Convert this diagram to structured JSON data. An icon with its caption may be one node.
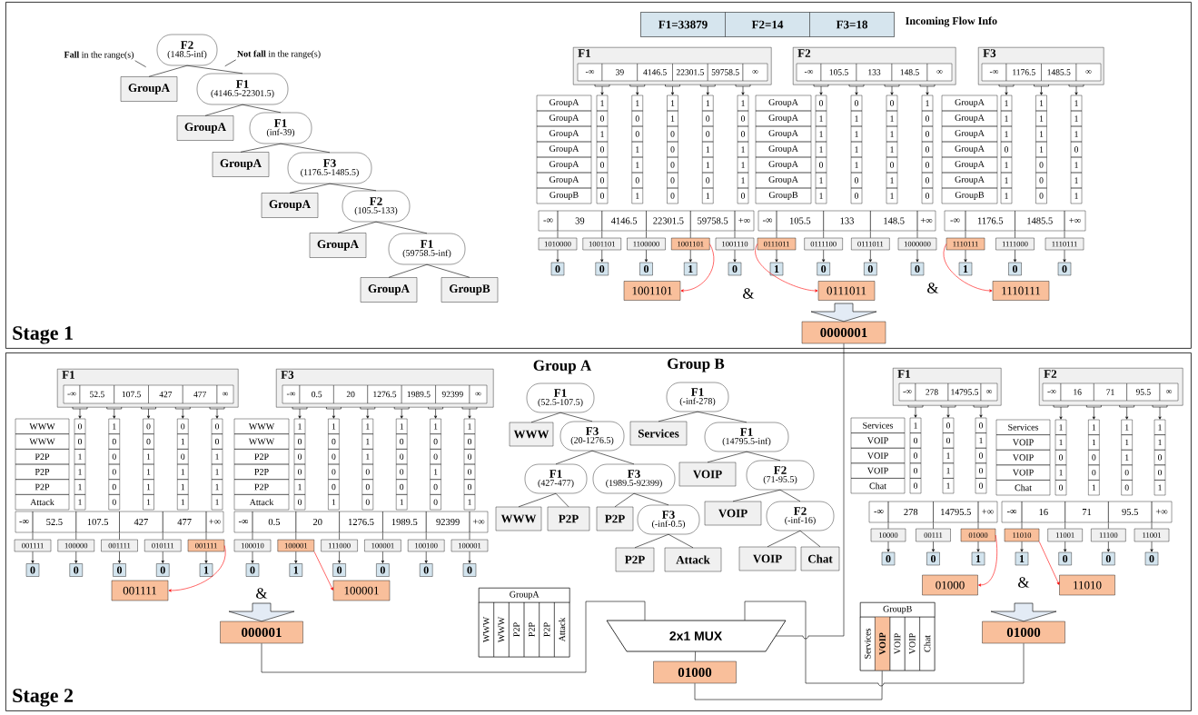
{
  "diagram": {
    "nodes": [
      {
        "text": [
          "Stage 1"
        ]
      },
      {
        "text": [
          "F2",
          "(148.5-inf)"
        ],
        "in": 0
      },
      {
        "text": [
          "**Fall** in the range(s)"
        ],
        "in": 0
      },
      {
        "text": [
          "**Not fall** in the range(s)"
        ],
        "in": 0
      },
      {
        "text": [
          "GroupA"
        ],
        "in": 0
      },
      {
        "text": [
          "F1",
          "(4146.5-22301.5)"
        ],
        "in": 0
      },
      {
        "text": [
          "GroupA"
        ],
        "in": 0
      },
      {
        "text": [
          "F1",
          "(inf-39)"
        ],
        "in": 0
      },
      {
        "text": [
          "GroupA"
        ],
        "in": 0
      },
      {
        "text": [
          "F3",
          "(1176.5-1485.5)"
        ],
        "in": 0
      },
      {
        "text": [
          "GroupA"
        ],
        "in": 0
      },
      {
        "text": [
          "F2",
          "(105.5-133)"
        ],
        "in": 0
      },
      {
        "text": [
          "GroupA"
        ],
        "in": 0
      },
      {
        "text": [
          "F1",
          "(59758.5-inf)"
        ],
        "in": 0
      },
      {
        "text": [
          "GroupA"
        ],
        "in": 0
      },
      {
        "text": [
          "GroupB"
        ],
        "in": 0
      },
      {
        "text": [
          "F1=33879",
          "F2=14",
          "F3=18"
        ],
        "beside": [
          "Incoming Flow Info"
        ],
        "in": 0
      },
      {
        "text": [
          "F1",
          "-∞",
          "39",
          "4146.5",
          "22301.5",
          "59758.5",
          "∞"
        ],
        "in": 0
      },
      {
        "text": [
          "GroupA",
          "GroupA",
          "GroupA",
          "GroupA",
          "GroupA",
          "GroupA",
          "GroupB"
        ],
        "in": 0
      },
      {
        "text": [
          "1",
          "0",
          "1",
          "0",
          "0",
          "0",
          "0"
        ],
        "in": 0
      },
      {
        "text": [
          "1",
          "0",
          "0",
          "1",
          "1",
          "0",
          "1"
        ],
        "in": 0
      },
      {
        "text": [
          "1",
          "1",
          "0",
          "0",
          "0",
          "0",
          "0"
        ],
        "in": 0
      },
      {
        "text": [
          "1",
          "0",
          "0",
          "1",
          "1",
          "0",
          "1"
        ],
        "in": 0
      },
      {
        "text": [
          "1",
          "0",
          "0",
          "1",
          "1",
          "1",
          "0"
        ],
        "in": 0
      },
      {
        "text": [
          "-∞",
          "39",
          "4146.5",
          "22301.5",
          "59758.5",
          "+∞"
        ],
        "in": 0
      },
      {
        "text": [
          "1010000"
        ],
        "in": 0
      },
      {
        "text": [
          "1001101"
        ],
        "in": 0
      },
      {
        "text": [
          "1100000"
        ],
        "in": 0
      },
      {
        "text": [
          "1001101"
        ],
        "in": 0
      },
      {
        "text": [
          "1001110"
        ],
        "in": 0
      },
      {
        "text": [
          "0"
        ],
        "in": 0
      },
      {
        "text": [
          "0"
        ],
        "in": 0
      },
      {
        "text": [
          "0"
        ],
        "in": 0
      },
      {
        "text": [
          "1"
        ],
        "in": 0
      },
      {
        "text": [
          "0"
        ],
        "in": 0
      },
      {
        "text": [
          "F2",
          "-∞",
          "105.5",
          "133",
          "148.5",
          "∞"
        ],
        "in": 0
      },
      {
        "text": [
          "GroupA",
          "GroupA",
          "GroupA",
          "GroupA",
          "GroupA",
          "GroupA",
          "GroupB"
        ],
        "in": 0
      },
      {
        "text": [
          "0",
          "1",
          "1",
          "1",
          "0",
          "1",
          "1"
        ],
        "in": 0
      },
      {
        "text": [
          "0",
          "1",
          "1",
          "1",
          "1",
          "0",
          "0"
        ],
        "in": 0
      },
      {
        "text": [
          "0",
          "1",
          "1",
          "1",
          "0",
          "1",
          "1"
        ],
        "in": 0
      },
      {
        "text": [
          "1",
          "0",
          "0",
          "0",
          "0",
          "0",
          "0"
        ],
        "in": 0
      },
      {
        "text": [
          "-∞",
          "105.5",
          "133",
          "148.5",
          "+∞"
        ],
        "in": 0
      },
      {
        "text": [
          "0111011"
        ],
        "in": 0
      },
      {
        "text": [
          "0111100"
        ],
        "in": 0
      },
      {
        "text": [
          "0111011"
        ],
        "in": 0
      },
      {
        "text": [
          "1000000"
        ],
        "in": 0
      },
      {
        "text": [
          "1"
        ],
        "in": 0
      },
      {
        "text": [
          "0"
        ],
        "in": 0
      },
      {
        "text": [
          "0"
        ],
        "in": 0
      },
      {
        "text": [
          "0"
        ],
        "in": 0
      },
      {
        "text": [
          "F3",
          "-∞",
          "1176.5",
          "1485.5",
          "∞"
        ],
        "in": 0
      },
      {
        "text": [
          "GroupA",
          "GroupA",
          "GroupA",
          "GroupA",
          "GroupA",
          "GroupA",
          "GroupB"
        ],
        "in": 0
      },
      {
        "text": [
          "1",
          "1",
          "1",
          "0",
          "1",
          "1",
          "1"
        ],
        "in": 0
      },
      {
        "text": [
          "1",
          "1",
          "1",
          "1",
          "0",
          "0",
          "0"
        ],
        "in": 0
      },
      {
        "text": [
          "1",
          "1",
          "1",
          "0",
          "1",
          "1",
          "1"
        ],
        "in": 0
      },
      {
        "text": [
          "-∞",
          "1176.5",
          "1485.5",
          "+∞"
        ],
        "in": 0
      },
      {
        "text": [
          "1110111"
        ],
        "in": 0
      },
      {
        "text": [
          "1111000"
        ],
        "in": 0
      },
      {
        "text": [
          "1110111"
        ],
        "in": 0
      },
      {
        "text": [
          "1"
        ],
        "in": 0
      },
      {
        "text": [
          "0"
        ],
        "in": 0
      },
      {
        "text": [
          "0"
        ],
        "in": 0
      },
      {
        "text": [
          "1001101"
        ],
        "in": 0
      },
      {
        "text": [
          "0111011"
        ],
        "in": 0
      },
      {
        "text": [
          "1110111"
        ],
        "in": 0
      },
      {
        "text": [
          "0000001"
        ],
        "in": 0
      },
      {
        "text": [
          "Stage 2"
        ]
      },
      {
        "text": [
          "F1",
          "-∞",
          "52.5",
          "107.5",
          "427",
          "477",
          "∞"
        ],
        "in": 66
      },
      {
        "text": [
          "WWW",
          "WWW",
          "P2P",
          "P2P",
          "P2P",
          "Attack"
        ],
        "in": 66
      },
      {
        "text": [
          "0",
          "0",
          "1",
          "1",
          "1",
          "1"
        ],
        "in": 66
      },
      {
        "text": [
          "1",
          "0",
          "0",
          "0",
          "0",
          "0"
        ],
        "in": 66
      },
      {
        "text": [
          "0",
          "0",
          "1",
          "1",
          "1",
          "1"
        ],
        "in": 66
      },
      {
        "text": [
          "0",
          "1",
          "0",
          "1",
          "1",
          "1"
        ],
        "in": 66
      },
      {
        "text": [
          "0",
          "0",
          "1",
          "1",
          "1",
          "1"
        ],
        "in": 66
      },
      {
        "text": [
          "-∞",
          "52.5",
          "107.5",
          "427",
          "477",
          "+∞"
        ],
        "in": 66
      },
      {
        "text": [
          "001111"
        ],
        "in": 66
      },
      {
        "text": [
          "100000"
        ],
        "in": 66
      },
      {
        "text": [
          "001111"
        ],
        "in": 66
      },
      {
        "text": [
          "010111"
        ],
        "in": 66
      },
      {
        "text": [
          "001111"
        ],
        "in": 66
      },
      {
        "text": [
          "0"
        ],
        "in": 66
      },
      {
        "text": [
          "0"
        ],
        "in": 66
      },
      {
        "text": [
          "0"
        ],
        "in": 66
      },
      {
        "text": [
          "0"
        ],
        "in": 66
      },
      {
        "text": [
          "1"
        ],
        "in": 66
      },
      {
        "text": [
          "F3",
          "-∞",
          "0.5",
          "20",
          "1276.5",
          "1989.5",
          "92399",
          "∞"
        ],
        "in": 66
      },
      {
        "text": [
          "WWW",
          "WWW",
          "P2P",
          "P2P",
          "P2P",
          "Attack"
        ],
        "in": 66
      },
      {
        "text": [
          "1",
          "0",
          "0",
          "0",
          "1",
          "0"
        ],
        "in": 66
      },
      {
        "text": [
          "1",
          "0",
          "0",
          "0",
          "0",
          "1"
        ],
        "in": 66
      },
      {
        "text": [
          "1",
          "1",
          "1",
          "0",
          "0",
          "0"
        ],
        "in": 66
      },
      {
        "text": [
          "1",
          "0",
          "0",
          "0",
          "0",
          "1"
        ],
        "in": 66
      },
      {
        "text": [
          "1",
          "0",
          "0",
          "1",
          "0",
          "0"
        ],
        "in": 66
      },
      {
        "text": [
          "1",
          "0",
          "0",
          "0",
          "0",
          "1"
        ],
        "in": 66
      },
      {
        "text": [
          "-∞",
          "0.5",
          "20",
          "1276.5",
          "1989.5",
          "92399",
          "+∞"
        ],
        "in": 66
      },
      {
        "text": [
          "100010"
        ],
        "in": 66
      },
      {
        "text": [
          "100001"
        ],
        "in": 66
      },
      {
        "text": [
          "111000"
        ],
        "in": 66
      },
      {
        "text": [
          "100001"
        ],
        "in": 66
      },
      {
        "text": [
          "100100"
        ],
        "in": 66
      },
      {
        "text": [
          "100001"
        ],
        "in": 66
      },
      {
        "text": [
          "0"
        ],
        "in": 66
      },
      {
        "text": [
          "1"
        ],
        "in": 66
      },
      {
        "text": [
          "0"
        ],
        "in": 66
      },
      {
        "text": [
          "0"
        ],
        "in": 66
      },
      {
        "text": [
          "0"
        ],
        "in": 66
      },
      {
        "text": [
          "0"
        ],
        "in": 66
      },
      {
        "text": [
          "001111"
        ],
        "in": 66
      },
      {
        "text": [
          "100001"
        ],
        "in": 66
      },
      {
        "text": [
          "000001"
        ],
        "in": 66
      },
      {
        "text": [
          "F1",
          "(52.5-107.5)"
        ],
        "in": 66
      },
      {
        "text": [
          "WWW"
        ],
        "in": 66
      },
      {
        "text": [
          "F3",
          "(20-1276.5)"
        ],
        "in": 66
      },
      {
        "text": [
          "F1",
          "(427-477)"
        ],
        "in": 66
      },
      {
        "text": [
          "F3",
          "(1989.5-92399)"
        ],
        "in": 66
      },
      {
        "text": [
          "WWW"
        ],
        "in": 66
      },
      {
        "text": [
          "P2P"
        ],
        "in": 66
      },
      {
        "text": [
          "P2P"
        ],
        "in": 66
      },
      {
        "text": [
          "F3",
          "(-inf-0.5)"
        ],
        "in": 66
      },
      {
        "text": [
          "P2P"
        ],
        "in": 66
      },
      {
        "text": [
          "Attack"
        ],
        "in": 66
      },
      {
        "text": [
          "F1",
          "(-inf-278)"
        ],
        "in": 66
      },
      {
        "text": [
          "Services"
        ],
        "in": 66
      },
      {
        "text": [
          "F1",
          "(14795.5-inf)"
        ],
        "in": 66
      },
      {
        "text": [
          "VOIP"
        ],
        "in": 66
      },
      {
        "text": [
          "F2",
          "(71-95.5)"
        ],
        "in": 66
      },
      {
        "text": [
          "VOIP"
        ],
        "in": 66
      },
      {
        "text": [
          "F2",
          "(-inf-16)"
        ],
        "in": 66
      },
      {
        "text": [
          "VOIP"
        ],
        "in": 66
      },
      {
        "text": [
          "Chat"
        ],
        "in": 66
      },
      {
        "text": [
          "GroupA",
          "WWW",
          "WWW",
          "P2P",
          "P2P",
          "P2P",
          "Attack"
        ],
        "in": 66
      },
      {
        "text": [
          "2x1 MUX"
        ],
        "in": 66
      },
      {
        "text": [
          "01000"
        ],
        "in": 66
      },
      {
        "text": [
          "F1",
          "-∞",
          "278",
          "14795.5",
          "∞"
        ],
        "in": 66
      },
      {
        "text": [
          "Services",
          "VOIP",
          "VOIP",
          "VOIP",
          "Chat"
        ],
        "in": 66
      },
      {
        "text": [
          "1",
          "0",
          "0",
          "0",
          "0"
        ],
        "in": 66
      },
      {
        "text": [
          "0",
          "0",
          "1",
          "1",
          "1"
        ],
        "in": 66
      },
      {
        "text": [
          "0",
          "1",
          "0",
          "0",
          "0"
        ],
        "in": 66
      },
      {
        "text": [
          "-∞",
          "278",
          "14795.5",
          "+∞"
        ],
        "in": 66
      },
      {
        "text": [
          "10000"
        ],
        "in": 66
      },
      {
        "text": [
          "00111"
        ],
        "in": 66
      },
      {
        "text": [
          "01000"
        ],
        "in": 66
      },
      {
        "text": [
          "0"
        ],
        "in": 66
      },
      {
        "text": [
          "0"
        ],
        "in": 66
      },
      {
        "text": [
          "1"
        ],
        "in": 66
      },
      {
        "text": [
          "F2",
          "-∞",
          "16",
          "71",
          "95.5",
          "∞"
        ],
        "in": 66
      },
      {
        "text": [
          "Services",
          "VOIP",
          "VOIP",
          "VOIP",
          "Chat"
        ],
        "in": 66
      },
      {
        "text": [
          "1",
          "1",
          "0",
          "1",
          "0"
        ],
        "in": 66
      },
      {
        "text": [
          "1",
          "1",
          "0",
          "0",
          "1"
        ],
        "in": 66
      },
      {
        "text": [
          "1",
          "1",
          "1",
          "0",
          "0"
        ],
        "in": 66
      },
      {
        "text": [
          "1",
          "1",
          "0",
          "0",
          "1"
        ],
        "in": 66
      },
      {
        "text": [
          "-∞",
          "16",
          "71",
          "95.5",
          "+∞"
        ],
        "in": 66
      },
      {
        "text": [
          "11010"
        ],
        "in": 66
      },
      {
        "text": [
          "11001"
        ],
        "in": 66
      },
      {
        "text": [
          "11100"
        ],
        "in": 66
      },
      {
        "text": [
          "11001"
        ],
        "in": 66
      },
      {
        "text": [
          "1"
        ],
        "in": 66
      },
      {
        "text": [
          "0"
        ],
        "in": 66
      },
      {
        "text": [
          "0"
        ],
        "in": 66
      },
      {
        "text": [
          "0"
        ],
        "in": 66
      },
      {
        "text": [
          "01000"
        ],
        "in": 66
      },
      {
        "text": [
          "11010"
        ],
        "in": 66
      },
      {
        "text": [
          "01000"
        ],
        "in": 66
      },
      {
        "text": [
          "GroupB",
          "Services",
          "VOIP",
          "VOIP",
          "VOIP",
          "Chat"
        ],
        "in": 66
      }
    ],
    "edges": [
      {
        "from": 1,
        "to": 4,
        "arrow": "none"
      },
      {
        "from": 1,
        "to": 5,
        "arrow": "none"
      },
      {
        "from": 5,
        "to": 6,
        "arrow": "none"
      },
      {
        "from": 5,
        "to": 7,
        "arrow": "none"
      },
      {
        "from": 7,
        "to": 8,
        "arrow": "none"
      },
      {
        "from": 7,
        "to": 9,
        "arrow": "none"
      },
      {
        "from": 9,
        "to": 10,
        "arrow": "none"
      },
      {
        "from": 9,
        "to": 11,
        "arrow": "none"
      },
      {
        "from": 11,
        "to": 12,
        "arrow": "none"
      },
      {
        "from": 11,
        "to": 13,
        "arrow": "none"
      },
      {
        "from": 13,
        "to": 14,
        "arrow": "none"
      },
      {
        "from": 13,
        "to": 15,
        "arrow": "none"
      },
      {
        "from": 2,
        "to": null,
        "arrow": "none"
      },
      {
        "from": 3,
        "to": null,
        "arrow": "none"
      },
      {
        "from": 17,
        "to": 19,
        "arrow": "to"
      },
      {
        "from": 17,
        "to": 20,
        "arrow": "to"
      },
      {
        "from": 17,
        "to": 21,
        "arrow": "to"
      },
      {
        "from": 17,
        "to": 22,
        "arrow": "to"
      },
      {
        "from": 17,
        "to": 23,
        "arrow": "to"
      },
      {
        "from": 24,
        "to": 25,
        "arrow": "none"
      },
      {
        "from": 24,
        "to": 26,
        "arrow": "none"
      },
      {
        "from": 24,
        "to": 27,
        "arrow": "none"
      },
      {
        "from": 24,
        "to": 28,
        "arrow": "none"
      },
      {
        "from": 24,
        "to": 29,
        "arrow": "none"
      },
      {
        "from": 25,
        "to": 30,
        "arrow": "to"
      },
      {
        "from": 26,
        "to": 31,
        "arrow": "to"
      },
      {
        "from": 27,
        "to": 32,
        "arrow": "to"
      },
      {
        "from": 28,
        "to": 33,
        "arrow": "to"
      },
      {
        "from": 29,
        "to": 34,
        "arrow": "to"
      },
      {
        "from": 35,
        "to": 37,
        "arrow": "to"
      },
      {
        "from": 35,
        "to": 38,
        "arrow": "to"
      },
      {
        "from": 35,
        "to": 39,
        "arrow": "to"
      },
      {
        "from": 35,
        "to": 40,
        "arrow": "to"
      },
      {
        "from": 41,
        "to": 42,
        "arrow": "none"
      },
      {
        "from": 41,
        "to": 43,
        "arrow": "none"
      },
      {
        "from": 41,
        "to": 44,
        "arrow": "none"
      },
      {
        "from": 41,
        "to": 45,
        "arrow": "none"
      },
      {
        "from": 42,
        "to": 46,
        "arrow": "to"
      },
      {
        "from": 43,
        "to": 47,
        "arrow": "to"
      },
      {
        "from": 44,
        "to": 48,
        "arrow": "to"
      },
      {
        "from": 45,
        "to": 49,
        "arrow": "to"
      },
      {
        "from": 50,
        "to": 52,
        "arrow": "to"
      },
      {
        "from": 50,
        "to": 53,
        "arrow": "to"
      },
      {
        "from": 50,
        "to": 54,
        "arrow": "to"
      },
      {
        "from": 55,
        "to": 56,
        "arrow": "none"
      },
      {
        "from": 55,
        "to": 57,
        "arrow": "none"
      },
      {
        "from": 55,
        "to": 58,
        "arrow": "none"
      },
      {
        "from": 56,
        "to": 59,
        "arrow": "to"
      },
      {
        "from": 57,
        "to": 60,
        "arrow": "to"
      },
      {
        "from": 58,
        "to": 61,
        "arrow": "to"
      },
      {
        "from": 28,
        "to": 62,
        "arrow": "to",
        "color": "#ff0000"
      },
      {
        "from": 42,
        "to": 63,
        "arrow": "to",
        "color": "#ff0000"
      },
      {
        "from": 56,
        "to": 64,
        "arrow": "to",
        "color": "#ff0000"
      },
      {
        "from": null,
        "to": 65,
        "arrow": "to"
      },
      {
        "from": 67,
        "to": 69,
        "arrow": "to"
      },
      {
        "from": 67,
        "to": 70,
        "arrow": "to"
      },
      {
        "from": 67,
        "to": 71,
        "arrow": "to"
      },
      {
        "from": 67,
        "to": 72,
        "arrow": "to"
      },
      {
        "from": 67,
        "to": 73,
        "arrow": "to"
      },
      {
        "from": 74,
        "to": 75,
        "arrow": "none"
      },
      {
        "from": 74,
        "to": 76,
        "arrow": "none"
      },
      {
        "from": 74,
        "to": 77,
        "arrow": "none"
      },
      {
        "from": 74,
        "to": 78,
        "arrow": "none"
      },
      {
        "from": 74,
        "to": 79,
        "arrow": "none"
      },
      {
        "from": 75,
        "to": 80,
        "arrow": "to"
      },
      {
        "from": 76,
        "to": 81,
        "arrow": "to"
      },
      {
        "from": 77,
        "to": 82,
        "arrow": "to"
      },
      {
        "from": 78,
        "to": 83,
        "arrow": "to"
      },
      {
        "from": 79,
        "to": 84,
        "arrow": "to"
      },
      {
        "from": 85,
        "to": 87,
        "arrow": "to"
      },
      {
        "from": 85,
        "to": 88,
        "arrow": "to"
      },
      {
        "from": 85,
        "to": 89,
        "arrow": "to"
      },
      {
        "from": 85,
        "to": 90,
        "arrow": "to"
      },
      {
        "from": 85,
        "to": 91,
        "arrow": "to"
      },
      {
        "from": 85,
        "to": 92,
        "arrow": "to"
      },
      {
        "from": 93,
        "to": 94,
        "arrow": "none"
      },
      {
        "from": 93,
        "to": 95,
        "arrow": "none"
      },
      {
        "from": 93,
        "to": 96,
        "arrow": "none"
      },
      {
        "from": 93,
        "to": 97,
        "arrow": "none"
      },
      {
        "from": 93,
        "to": 98,
        "arrow": "none"
      },
      {
        "from": 93,
        "to": 99,
        "arrow": "none"
      },
      {
        "from": 94,
        "to": 100,
        "arrow": "to"
      },
      {
        "from": 95,
        "to": 101,
        "arrow": "to"
      },
      {
        "from": 96,
        "to": 102,
        "arrow": "to"
      },
      {
        "from": 97,
        "to": 103,
        "arrow": "to"
      },
      {
        "from": 98,
        "to": 104,
        "arrow": "to"
      },
      {
        "from": 99,
        "to": 105,
        "arrow": "to"
      },
      {
        "from": 79,
        "to": 106,
        "arrow": "to",
        "color": "#ff0000"
      },
      {
        "from": 95,
        "to": 107,
        "arrow": "to",
        "color": "#ff0000"
      },
      {
        "from": null,
        "to": 108,
        "arrow": "to"
      },
      {
        "from": 109,
        "to": 110,
        "arrow": "none"
      },
      {
        "from": 109,
        "to": 111,
        "arrow": "none"
      },
      {
        "from": 111,
        "to": 112,
        "arrow": "none"
      },
      {
        "from": 111,
        "to": 113,
        "arrow": "none"
      },
      {
        "from": 112,
        "to": 114,
        "arrow": "none"
      },
      {
        "from": 112,
        "to": 115,
        "arrow": "none"
      },
      {
        "from": 113,
        "to": 116,
        "arrow": "none"
      },
      {
        "from": 113,
        "to": 117,
        "arrow": "none"
      },
      {
        "from": 117,
        "to": 118,
        "arrow": "none"
      },
      {
        "from": 117,
        "to": 119,
        "arrow": "none"
      },
      {
        "from": 120,
        "to": 121,
        "arrow": "none"
      },
      {
        "from": 120,
        "to": 122,
        "arrow": "none"
      },
      {
        "from": 122,
        "to": 123,
        "arrow": "none"
      },
      {
        "from": 122,
        "to": 124,
        "arrow": "none"
      },
      {
        "from": 124,
        "to": 125,
        "arrow": "none"
      },
      {
        "from": 124,
        "to": 126,
        "arrow": "none"
      },
      {
        "from": 126,
        "to": 127,
        "arrow": "none"
      },
      {
        "from": 126,
        "to": 128,
        "arrow": "none"
      },
      {
        "from": 132,
        "to": 134,
        "arrow": "to"
      },
      {
        "from": 132,
        "to": 135,
        "arrow": "to"
      },
      {
        "from": 132,
        "to": 136,
        "arrow": "to"
      },
      {
        "from": 137,
        "to": 138,
        "arrow": "none"
      },
      {
        "from": 137,
        "to": 139,
        "arrow": "none"
      },
      {
        "from": 137,
        "to": 140,
        "arrow": "none"
      },
      {
        "from": 138,
        "to": 141,
        "arrow": "to"
      },
      {
        "from": 139,
        "to": 142,
        "arrow": "to"
      },
      {
        "from": 140,
        "to": 143,
        "arrow": "to"
      },
      {
        "from": 144,
        "to": 146,
        "arrow": "to"
      },
      {
        "from": 144,
        "to": 147,
        "arrow": "to"
      },
      {
        "from": 144,
        "to": 148,
        "arrow": "to"
      },
      {
        "from": 144,
        "to": 149,
        "arrow": "to"
      },
      {
        "from": 150,
        "to": 151,
        "arrow": "none"
      },
      {
        "from": 150,
        "to": 152,
        "arrow": "none"
      },
      {
        "from": 150,
        "to": 153,
        "arrow": "none"
      },
      {
        "from": 150,
        "to": 154,
        "arrow": "none"
      },
      {
        "from": 151,
        "to": 155,
        "arrow": "to"
      },
      {
        "from": 152,
        "to": 156,
        "arrow": "to"
      },
      {
        "from": 153,
        "to": 157,
        "arrow": "to"
      },
      {
        "from": 154,
        "to": 158,
        "arrow": "to"
      },
      {
        "from": 140,
        "to": 159,
        "arrow": "to",
        "color": "#ff0000"
      },
      {
        "from": 151,
        "to": 160,
        "arrow": "to",
        "color": "#ff0000"
      },
      {
        "from": null,
        "to": 161,
        "arrow": "to"
      },
      {
        "from": 108,
        "to": 130,
        "arrow": "none"
      },
      {
        "from": 65,
        "to": 130,
        "arrow": "none"
      },
      {
        "from": 161,
        "to": 130,
        "arrow": "none"
      },
      {
        "from": 130,
        "to": 131,
        "arrow": "none"
      },
      {
        "from": 131,
        "to": 162,
        "arrow": "none"
      }
    ],
    "labels": [
      "&",
      "&",
      "Group A",
      "Group B",
      "&",
      "&"
    ]
  }
}
